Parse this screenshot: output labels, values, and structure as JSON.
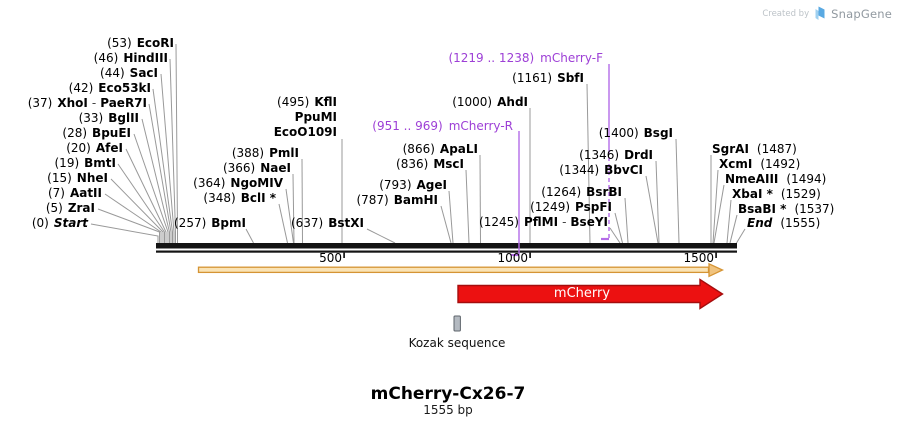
{
  "watermark": {
    "created_by": "Created by",
    "brand": "SnapGene"
  },
  "map": {
    "title": "mCherry-Cx26-7",
    "length_label": "1555 bp"
  },
  "ruler": {
    "ticks": [
      "500",
      "1000",
      "1500"
    ]
  },
  "features": {
    "mcherry_label": "mCherry",
    "kozak_label": "Kozak sequence"
  },
  "primers": [
    {
      "range": "(1219 .. 1238)",
      "name": "mCherry-F"
    },
    {
      "range": "(951 .. 969)",
      "name": "mCherry-R"
    }
  ],
  "colors": {
    "mcherry_fill": "#ec1111",
    "mcherry_border": "#a50d0d",
    "orange_border": "#d59434",
    "orange_fill": "#fae3b5",
    "primer_purple": "#9d3fd6",
    "primer_line": "#b46be8",
    "leader_gray": "#999999",
    "bar_black": "#141414"
  },
  "sites": [
    {
      "pos": "(53)",
      "name": "EcoRI"
    },
    {
      "pos": "(46)",
      "name": "HindIII"
    },
    {
      "pos": "(44)",
      "name": "SacI"
    },
    {
      "pos": "(42)",
      "name": "Eco53kI"
    },
    {
      "pos": "(37)",
      "name": "XhoI",
      "sep": "-",
      "name2": "PaeR7I"
    },
    {
      "pos": "(33)",
      "name": "BglII"
    },
    {
      "pos": "(28)",
      "name": "BpuEI"
    },
    {
      "pos": "(20)",
      "name": "AfeI"
    },
    {
      "pos": "(19)",
      "name": "BmtI"
    },
    {
      "pos": "(15)",
      "name": "NheI"
    },
    {
      "pos": "(7)",
      "name": "AatII"
    },
    {
      "pos": "(5)",
      "name": "ZraI"
    },
    {
      "pos": "(0)",
      "name": "Start"
    },
    {
      "pos": "(257)",
      "name": "BpmI"
    },
    {
      "pos": "(348)",
      "name": "BclI *"
    },
    {
      "pos": "(364)",
      "name": "NgoMIV"
    },
    {
      "pos": "(366)",
      "name": "NaeI"
    },
    {
      "pos": "(388)",
      "name": "PmlI"
    },
    {
      "pos": "(495)",
      "name": "KflI"
    },
    {
      "name": "PpuMI"
    },
    {
      "name": "EcoO109I"
    },
    {
      "pos": "(637)",
      "name": "BstXI"
    },
    {
      "pos": "(787)",
      "name": "BamHI"
    },
    {
      "pos": "(793)",
      "name": "AgeI"
    },
    {
      "pos": "(836)",
      "name": "MscI"
    },
    {
      "pos": "(866)",
      "name": "ApaLI"
    },
    {
      "pos": "(1000)",
      "name": "AhdI"
    },
    {
      "pos": "(1161)",
      "name": "SbfI"
    },
    {
      "pos": "(1245)",
      "name": "PflMI",
      "sep": "-",
      "name2": "BseYI"
    },
    {
      "pos": "(1249)",
      "name": "PspFI"
    },
    {
      "pos": "(1264)",
      "name": "BsrBI"
    },
    {
      "pos": "(1344)",
      "name": "BbvCI"
    },
    {
      "pos": "(1346)",
      "name": "DrdI"
    },
    {
      "pos": "(1400)",
      "name": "BsgI"
    },
    {
      "name": "SgrAI",
      "pos": "(1487)"
    },
    {
      "name": "XcmI",
      "pos": "(1492)"
    },
    {
      "name": "NmeAIII",
      "pos": "(1494)"
    },
    {
      "name": "XbaI *",
      "pos": "(1529)"
    },
    {
      "name": "BsaBI *",
      "pos": "(1537)"
    },
    {
      "name": "End",
      "pos": "(1555)"
    }
  ]
}
